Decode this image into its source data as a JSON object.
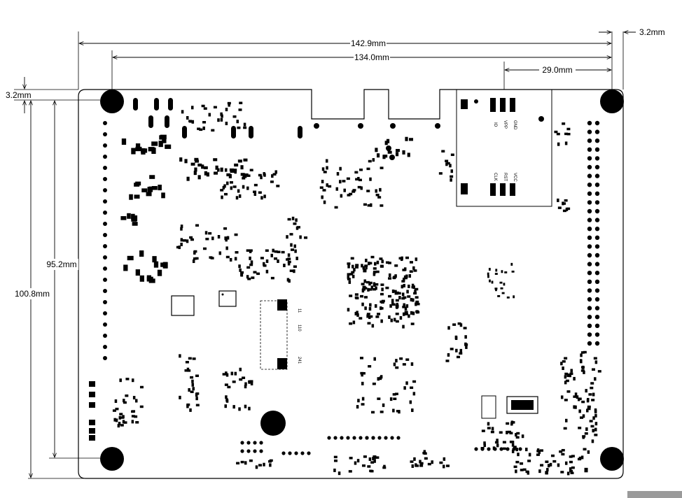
{
  "dimensions": {
    "width_overall": "142.9mm",
    "width_holes": "134.0mm",
    "width_module": "29.0mm",
    "hole_offset_right": "3.2mm",
    "hole_offset_top": "3.2mm",
    "height_holes": "95.2mm",
    "height_overall": "100.8mm"
  },
  "module_labels": {
    "io": "IO",
    "vpp": "VPP",
    "gnd": "GND",
    "clk": "CLK",
    "rst": "RST",
    "vcc": "VCC"
  },
  "connector_labels": {
    "pin_11": "11",
    "pin_110": "110",
    "pin_241": "241"
  },
  "colors": {
    "ink": "#000000",
    "board_outline": "#000000",
    "background": "#ffffff",
    "footer_bar": "#9a9a9a"
  }
}
